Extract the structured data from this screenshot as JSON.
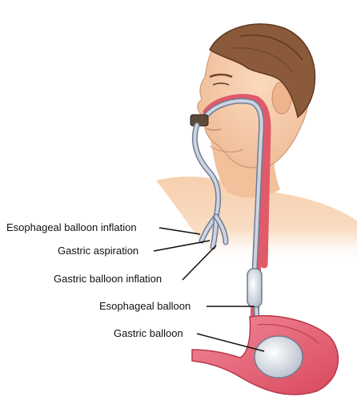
{
  "labels": {
    "esophageal_balloon_inflation": "Esophageal balloon inflation",
    "gastric_aspiration": "Gastric aspiration",
    "gastric_balloon_inflation": "Gastric balloon inflation",
    "esophageal_balloon": "Esophageal balloon",
    "gastric_balloon": "Gastric balloon"
  },
  "colors": {
    "skin": "#f6c9a4",
    "skin_shadow": "#e9b088",
    "hair": "#8a5a3a",
    "hair_dark": "#5e3a22",
    "tube": "#c9d0de",
    "tube_outline": "#6f7c93",
    "mucosa": "#e05a6a",
    "stomach": "#f07585",
    "balloon": "#dfe3ea"
  }
}
